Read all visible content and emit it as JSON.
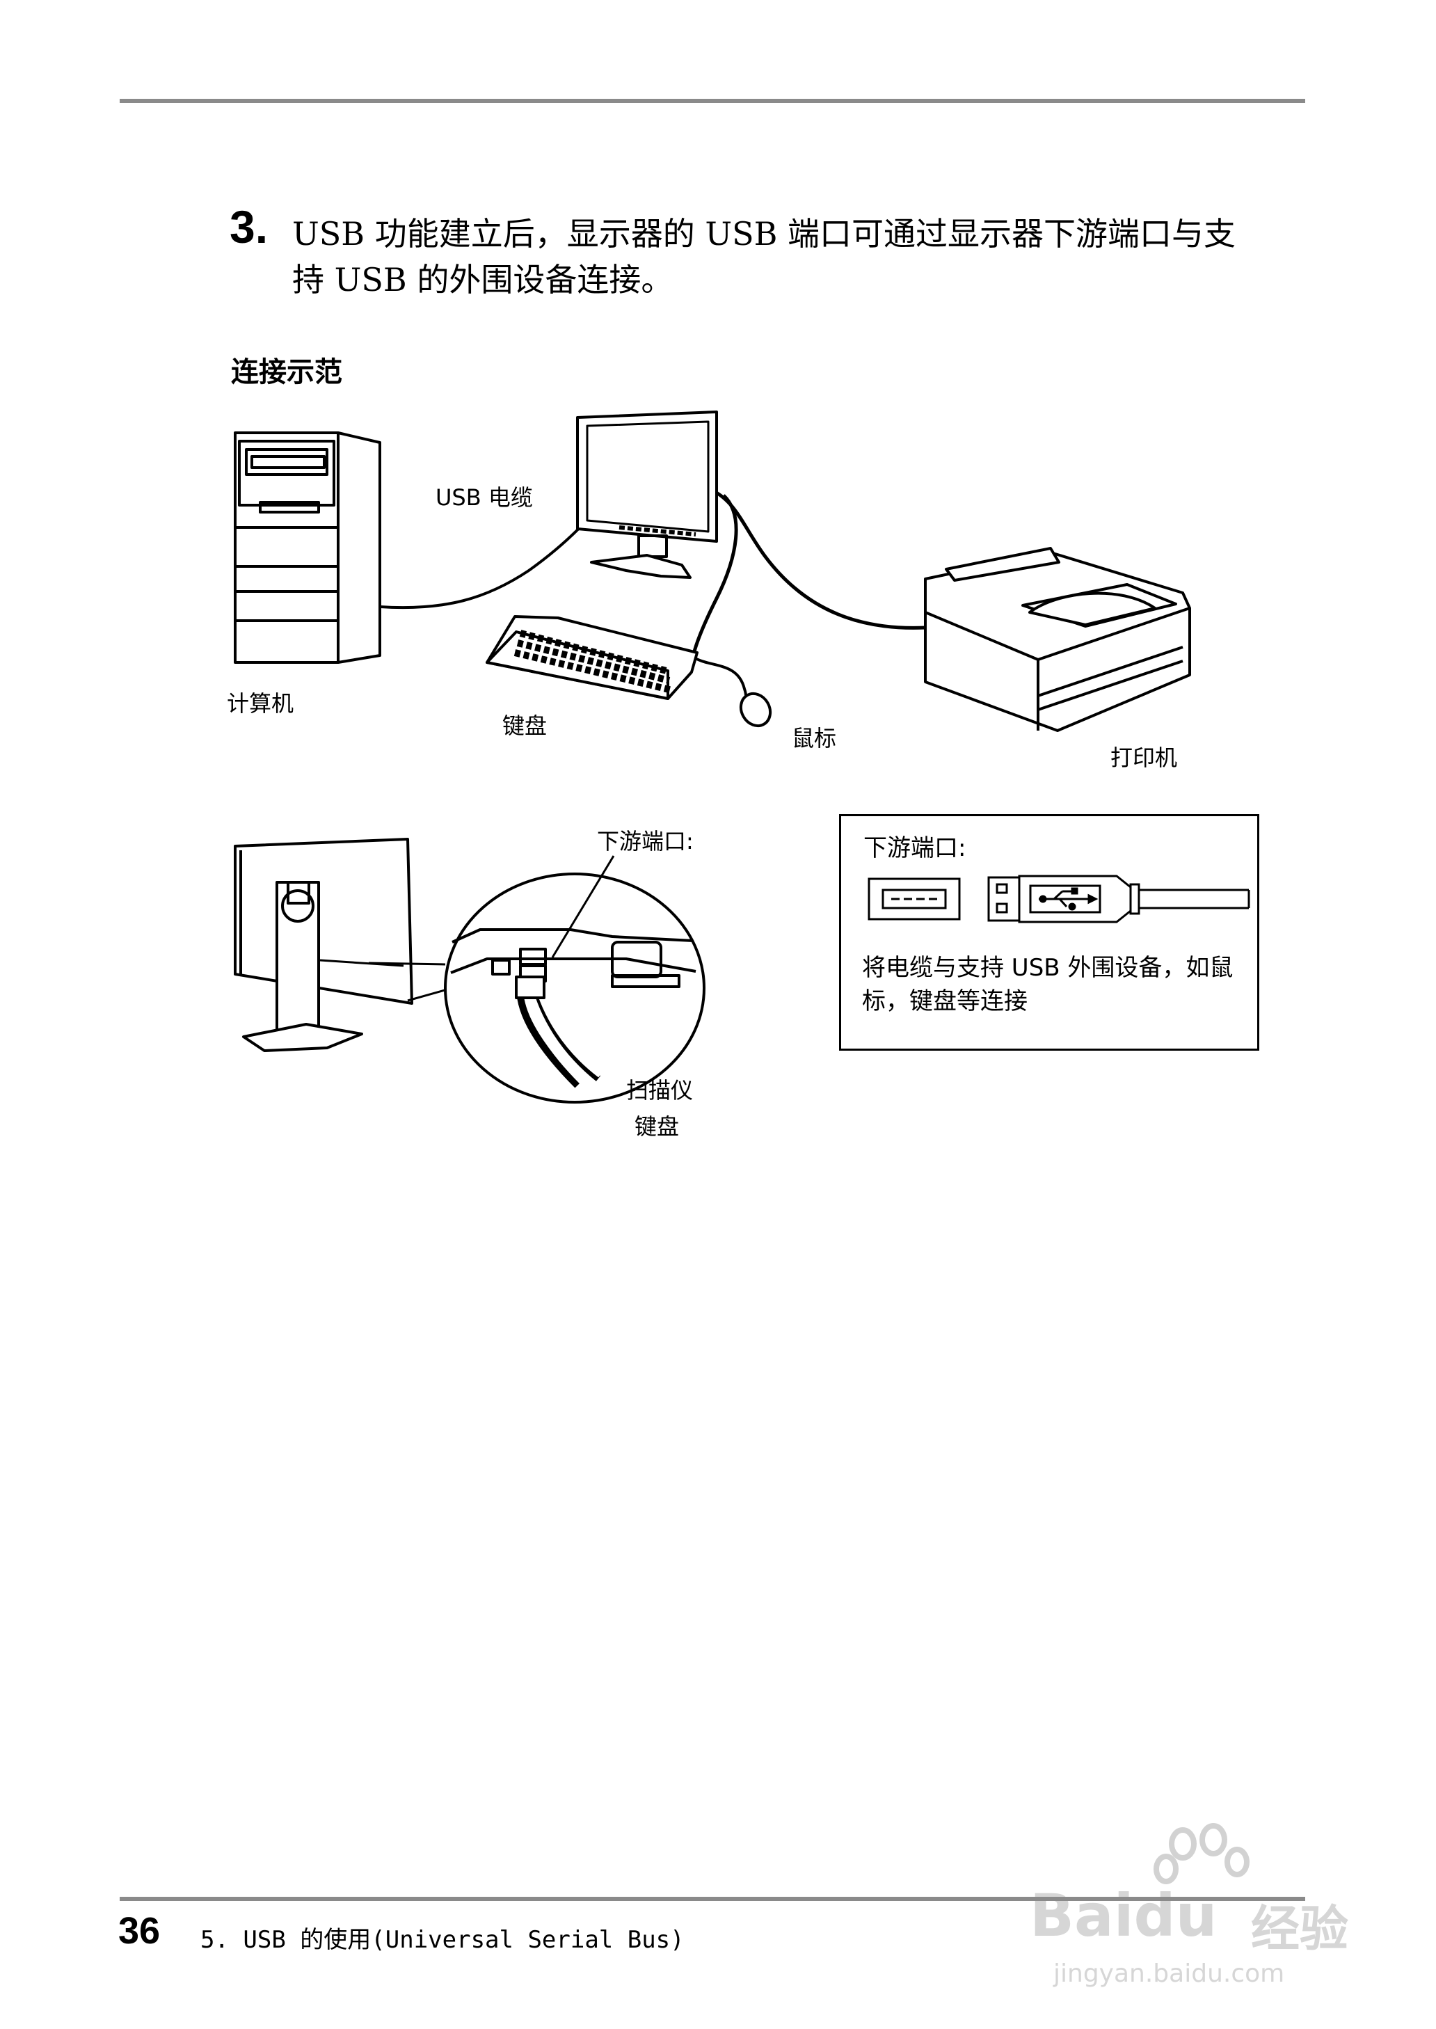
{
  "step": {
    "number": "3.",
    "line1": "USB 功能建立后，显示器的 USB 端口可通过显示器下游端口与支",
    "line2": "持 USB 的外围设备连接。"
  },
  "section_title": "连接示范",
  "diagram": {
    "cable_label": "USB 电缆",
    "computer_label": "计算机",
    "keyboard_label": "键盘",
    "mouse_label": "鼠标",
    "printer_label": "打印机",
    "downstream_port_label": "下游端口:",
    "scanner_label": "扫描仪",
    "keyboard_label2": "键盘"
  },
  "infobox": {
    "title": "下游端口:",
    "line1": "将电缆与支持 USB 外围设备，如鼠",
    "line2": "标，键盘等连接"
  },
  "footer": {
    "page_number": "36",
    "chapter": "5. USB 的使用(Universal Serial Bus)"
  },
  "watermark": {
    "brand": "Baidu",
    "brand_cn": "经验",
    "url": "jingyan.baidu.com"
  }
}
